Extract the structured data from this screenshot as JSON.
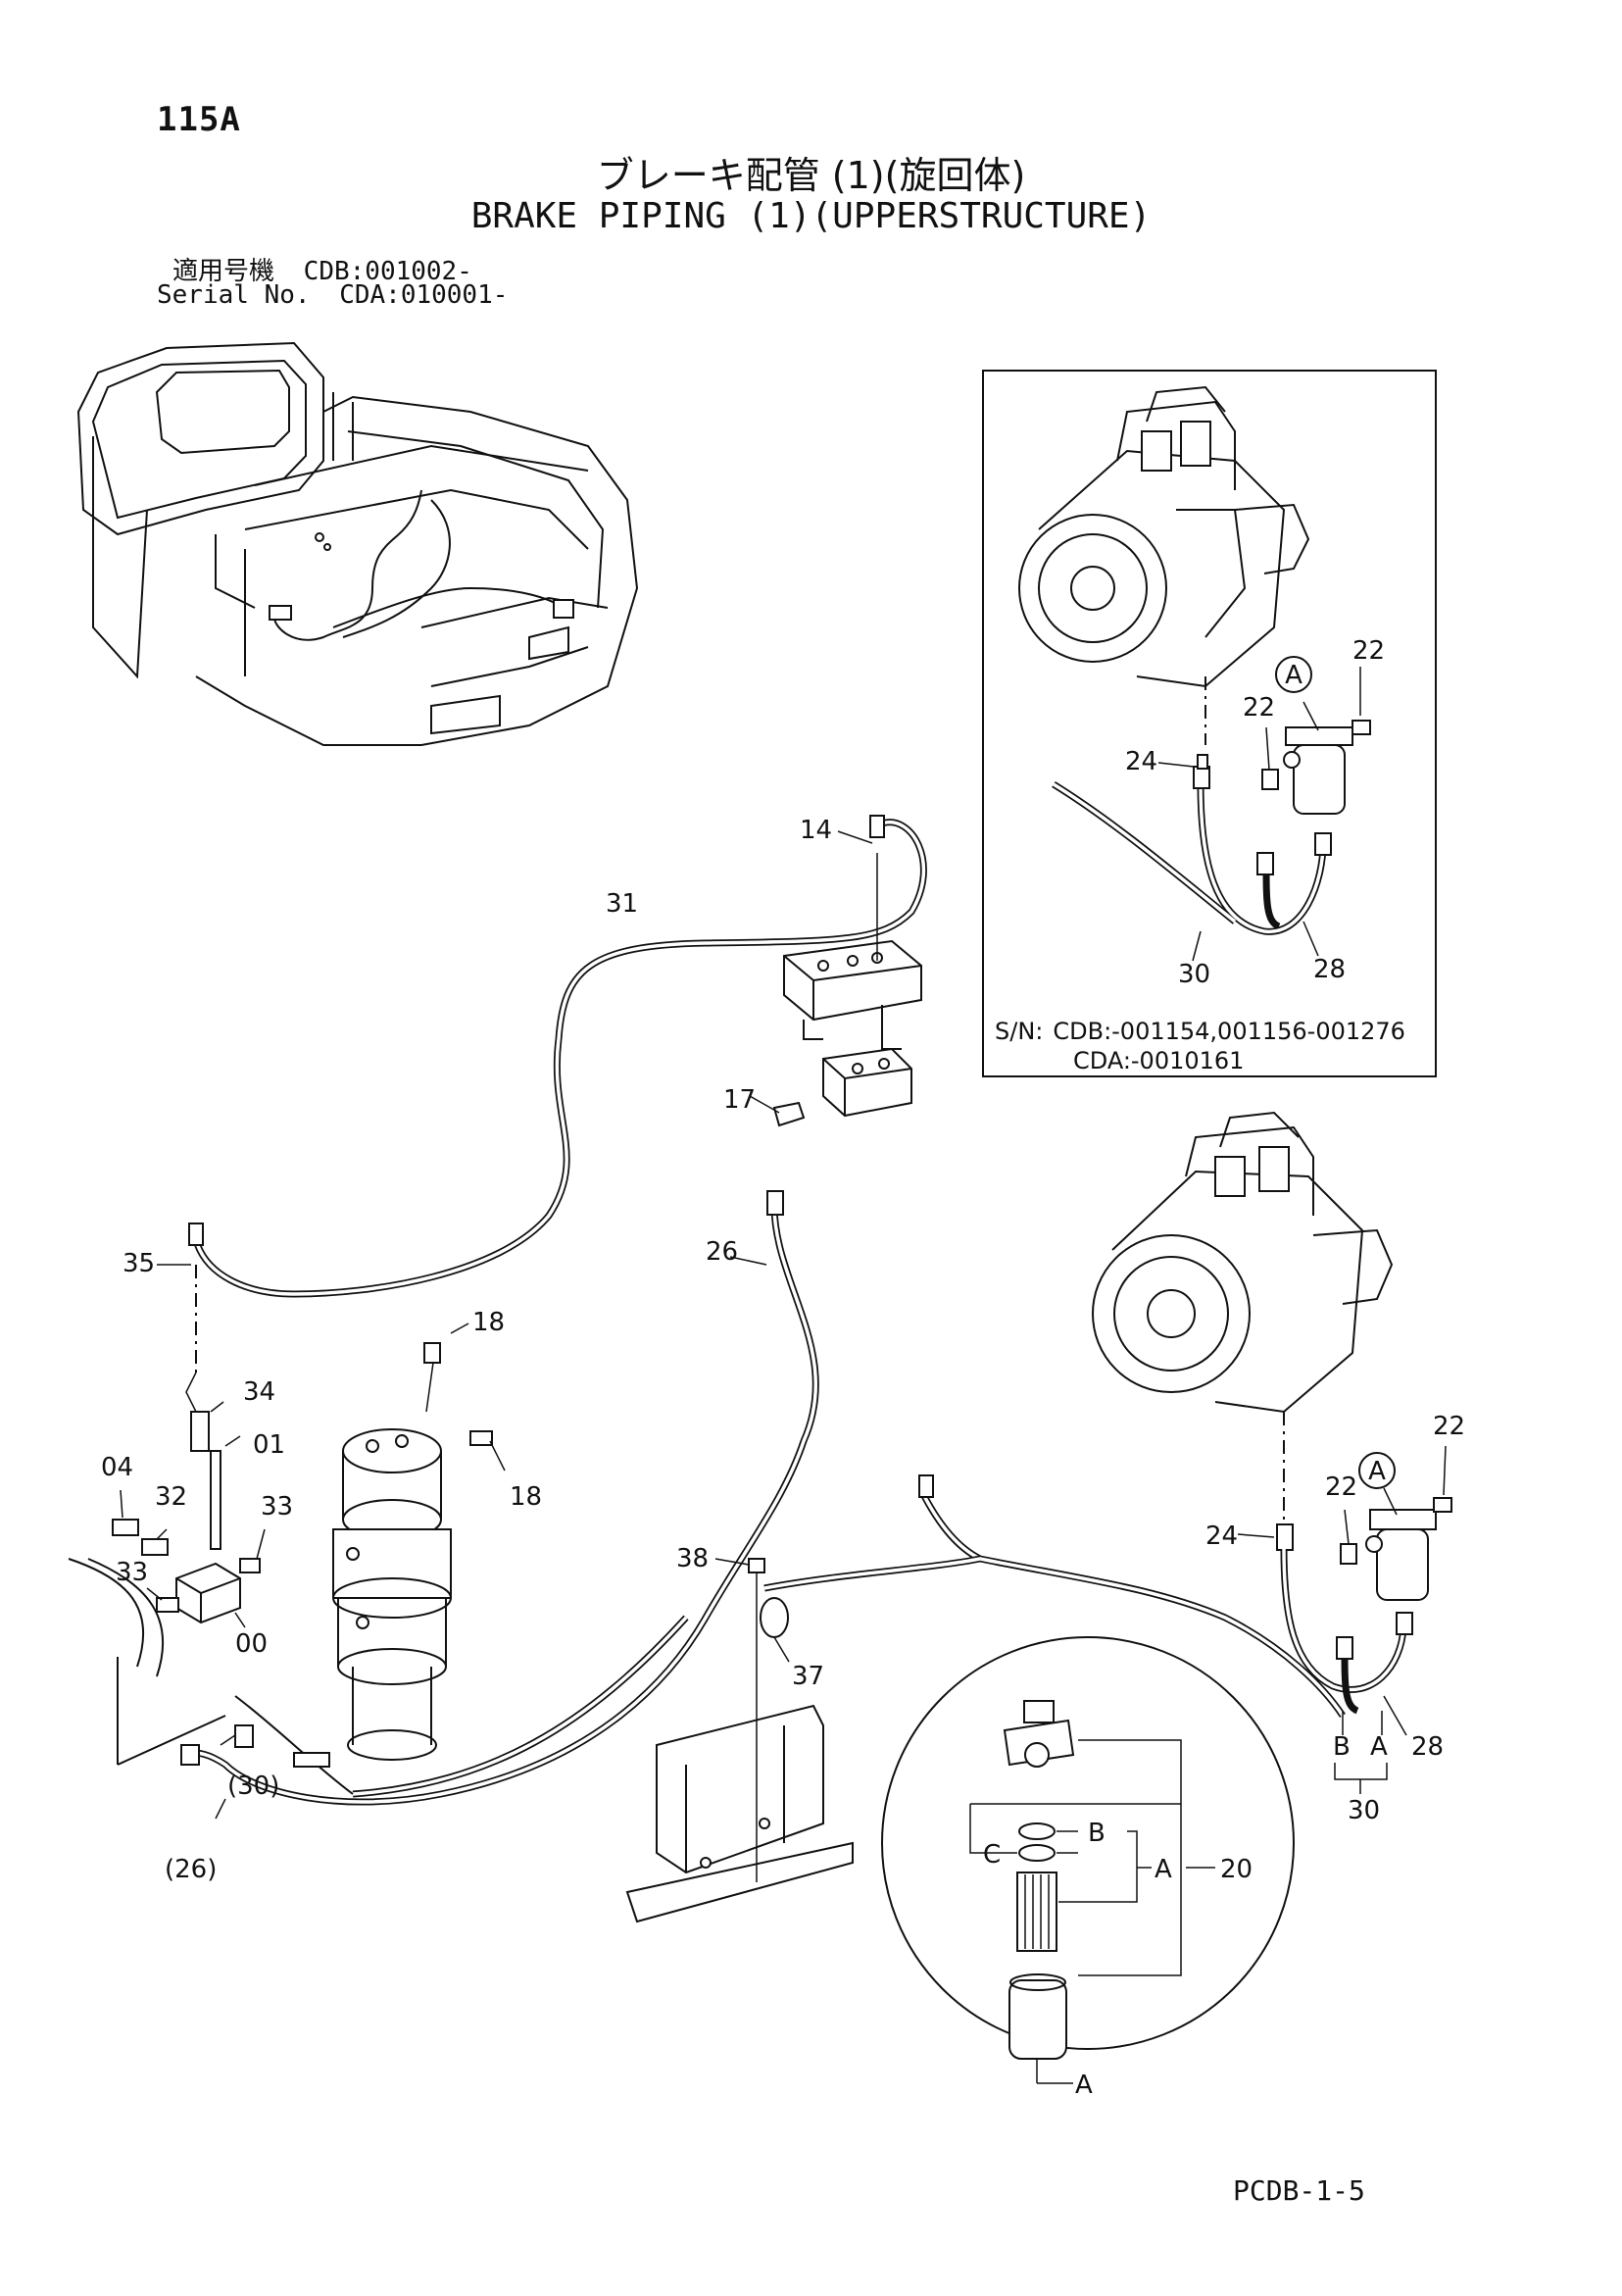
{
  "header": {
    "page_number": "115A",
    "title_jp": "ブレーキ配管 (1)(旋回体)",
    "title_en": "BRAKE PIPING (1)(UPPERSTRUCTURE)",
    "applicable_label_jp": "適用号機",
    "applicable_value": "CDB:001002-",
    "serial_label": "Serial No.",
    "serial_value": "CDA:010001-"
  },
  "inset": {
    "sn_label": "S/N:",
    "sn_line1": "CDB:-001154,001156-001276",
    "sn_line2": "CDA:-0010161",
    "callouts": {
      "a": "A",
      "p22a": "22",
      "p22b": "22",
      "p24": "24",
      "p30": "30",
      "p28": "28"
    }
  },
  "callouts": {
    "p14": "14",
    "p31": "31",
    "p17": "17",
    "p26": "26",
    "p35": "35",
    "p18a": "18",
    "p18b": "18",
    "p34": "34",
    "p01": "01",
    "p04": "04",
    "p32": "32",
    "p33a": "33",
    "p33b": "33",
    "p00": "00",
    "p38": "38",
    "p37": "37",
    "p30p": "(30)",
    "p26p": "(26)",
    "a_main": "A",
    "p22c": "22",
    "p22d": "22",
    "p24b": "24",
    "b_main": "B",
    "a_main2": "A",
    "p28b": "28",
    "p30b": "30"
  },
  "detail_a": {
    "b": "B",
    "c": "C",
    "a_inner": "A",
    "p20": "20",
    "a_bottom": "A"
  },
  "footer": {
    "code": "PCDB-1-5"
  }
}
